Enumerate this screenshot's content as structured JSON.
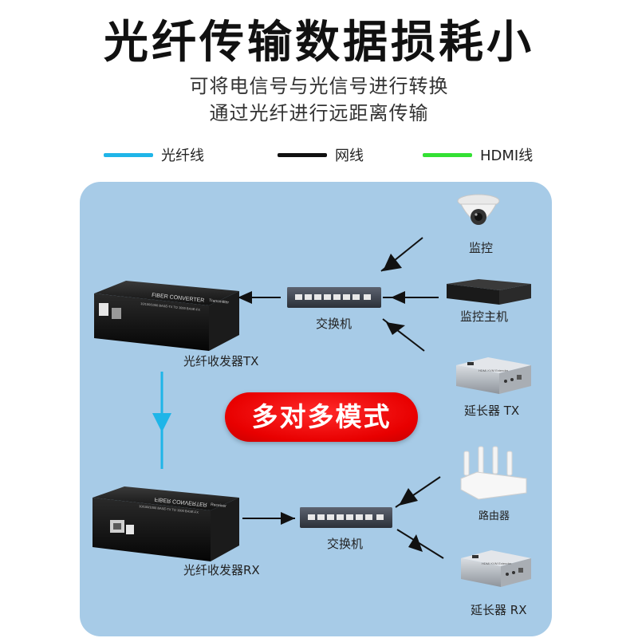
{
  "header": {
    "title": "光纤传输数据损耗小",
    "subtitle_line1": "可将电信号与光信号进行转换",
    "subtitle_line2": "通过光纤进行远距离传输"
  },
  "legend": [
    {
      "label": "光纤线",
      "color": "#1fb5e8"
    },
    {
      "label": "网线",
      "color": "#111111"
    },
    {
      "label": "HDMI线",
      "color": "#33e033"
    }
  ],
  "diagram": {
    "mode_label": "多对多模式",
    "tx_converter": {
      "label": "光纤收发器TX",
      "device_text": "FIBER CONVERTER",
      "device_subtext": "10/100/1000 BASE-TX TO 1000 BASE-FX",
      "badge": "Transmitter"
    },
    "rx_converter": {
      "label": "光纤收发器RX",
      "device_text": "FIBER CONVERTER",
      "device_subtext": "10/100/1000 BASE-TX TO 1000 BASE-FX",
      "badge": "Receiver"
    },
    "switch_top": {
      "label": "交换机"
    },
    "switch_bottom": {
      "label": "交换机"
    },
    "devices_top": [
      {
        "label": "监控",
        "icon": "camera-icon"
      },
      {
        "label": "监控主机",
        "icon": "nvr-icon"
      },
      {
        "label": "延长器 TX",
        "icon": "extender-icon",
        "device_text": "HDMI KVM Extender"
      }
    ],
    "devices_bottom": [
      {
        "label": "路由器",
        "icon": "router-icon"
      },
      {
        "label": "延长器 RX",
        "icon": "extender-icon",
        "device_text": "HDMI KVM Extender"
      }
    ]
  }
}
